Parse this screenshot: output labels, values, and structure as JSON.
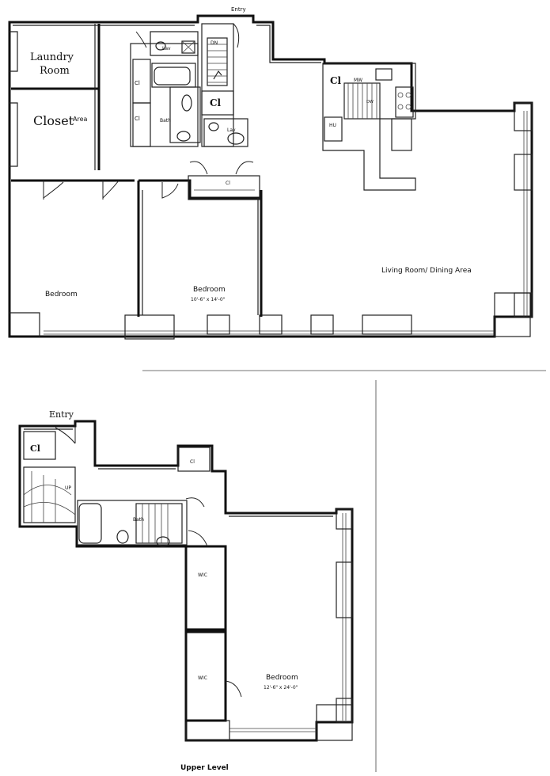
{
  "lower": {
    "entry": "Entry",
    "laundry_line1": "Laundry",
    "laundry_line2": "Room",
    "closet": "Closet",
    "closet_area": "Area",
    "lav_top": "Lav",
    "lav_mid": "Lav",
    "dn": "DN",
    "cl_a": "Cl",
    "cl_b": "Cl",
    "cl_big": "Cl",
    "cl_kitchen": "Cl",
    "cl_hall": "Cl",
    "bath": "Bath",
    "mw": "MW",
    "dw": "DW",
    "hu": "HU",
    "bedroom1": "Bedroom",
    "bedroom2": "Bedroom",
    "bedroom2_dim": "10'-6\" x 14'-0\"",
    "living": "Living Room/ Dining Area"
  },
  "upper": {
    "entry": "Entry",
    "cl1": "Cl",
    "cl2": "Cl",
    "up": "UP",
    "bath": "Bath",
    "wic1": "WIC",
    "wic2": "WIC",
    "bedroom": "Bedroom",
    "bedroom_dim": "12'-6\" x 24'-0\"",
    "level": "Upper Level"
  }
}
